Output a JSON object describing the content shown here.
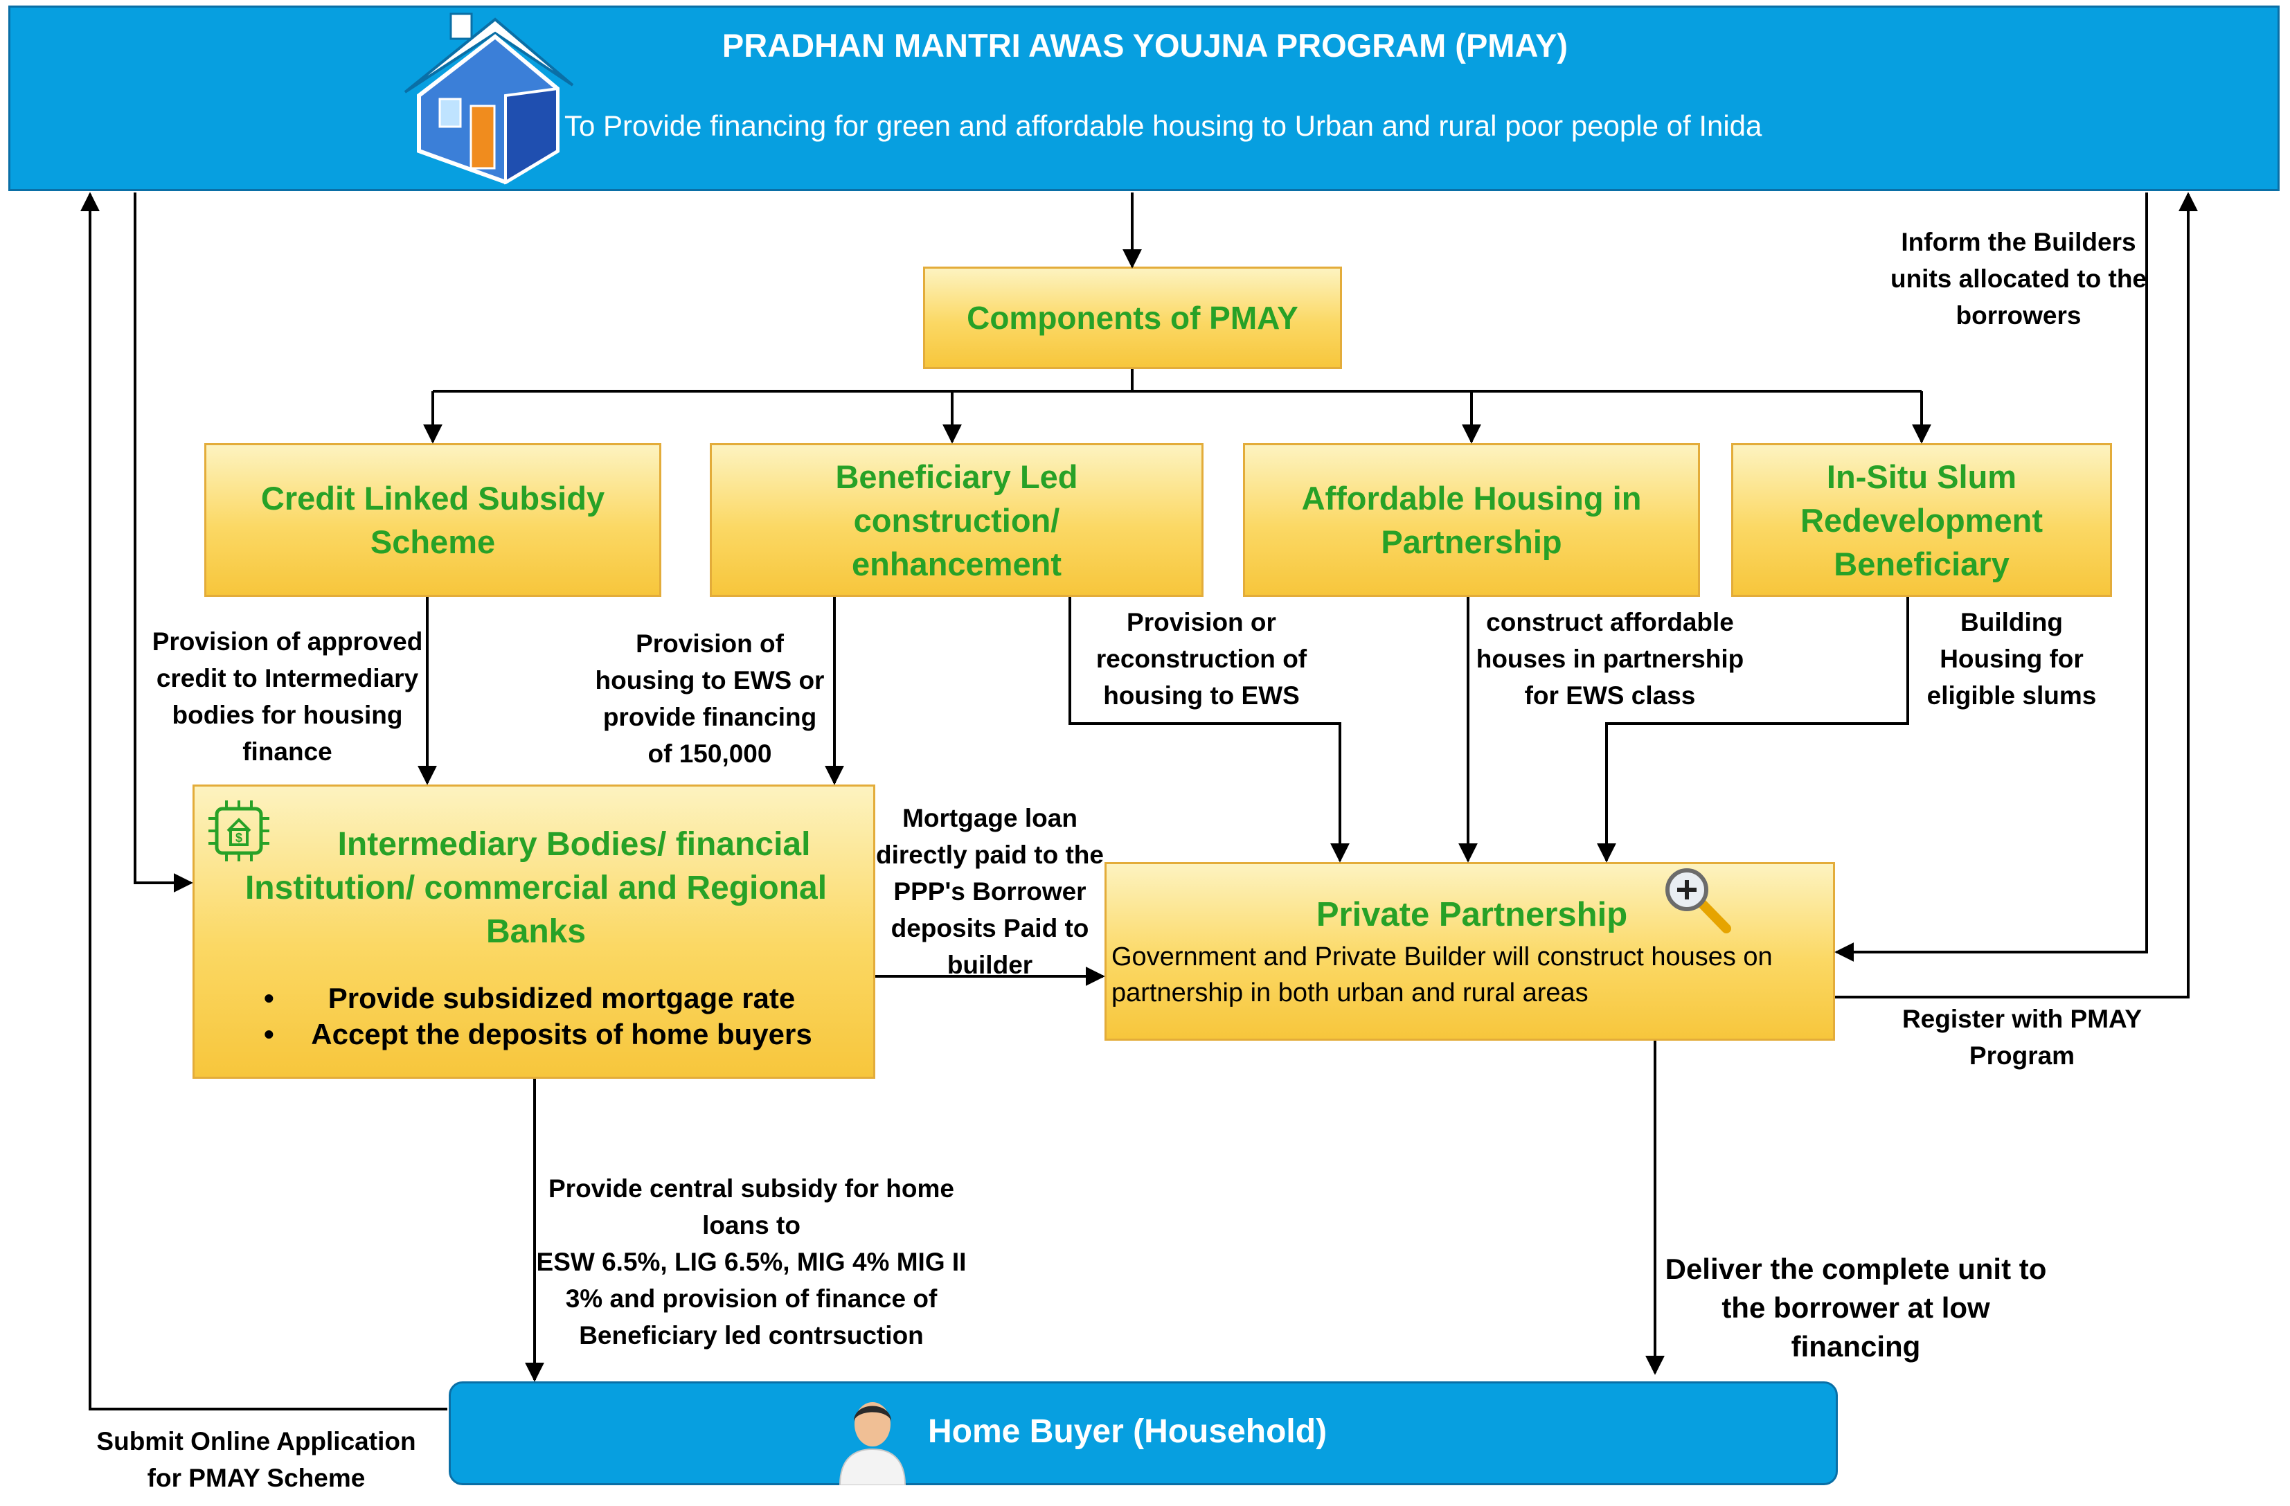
{
  "banner": {
    "title": "PRADHAN MANTRI AWAS YOUJNA PROGRAM (PMAY)",
    "subtitle": "To Provide financing for green and affordable housing to Urban and rural poor people of Inida",
    "icon": "house-icon"
  },
  "components": {
    "title": "Components of PMAY"
  },
  "schemes": [
    {
      "label": "Credit Linked Subsidy Scheme"
    },
    {
      "label": "Beneficiary Led construction/ enhancement"
    },
    {
      "label": "Affordable Housing in Partnership"
    },
    {
      "label": "In-Situ Slum Redevelopment Beneficiary"
    }
  ],
  "edge_labels": {
    "clss": "Provision of approved credit to Intermediary bodies for housing finance",
    "blc": "Provision of housing to EWS or provide financing of 150,000",
    "ews": "Provision or reconstruction of housing to EWS",
    "ahp": "construct affordable houses in partnership for EWS class",
    "slum": "Building Housing for eligible slums",
    "inform": "Inform the Builders units allocated to the borrowers",
    "mortgage": "Mortgage loan directly paid to the PPP's Borrower deposits Paid to builder",
    "register": "Register with PMAY Program",
    "subsidy_line1": "Provide central subsidy for home loans to",
    "subsidy_line2": "ESW 6.5%, LIG 6.5%, MIG 4% MIG II 3% and provision of finance of Beneficiary led contrsuction",
    "deliver": "Deliver the complete unit to the borrower at low financing",
    "submit": "Submit Online Application for PMAY Scheme"
  },
  "intermediary": {
    "title": "Intermediary Bodies/ financial Institution/ commercial and Regional Banks",
    "bullets": [
      "Provide subsidized mortgage rate",
      "Accept the deposits of home buyers"
    ],
    "icon": "finance-chip-icon"
  },
  "private": {
    "title": "Private Partnership",
    "desc": "Government and Private Builder will construct houses on partnership in both urban and rural areas",
    "icon": "magnifier-icon"
  },
  "home_buyer": {
    "label": "Home Buyer (Household)",
    "icon": "person-icon"
  },
  "colors": {
    "banner": "#079fe0",
    "box_fill": "#fbd864",
    "box_border": "#e3ac3a",
    "box_text": "#27a127"
  }
}
